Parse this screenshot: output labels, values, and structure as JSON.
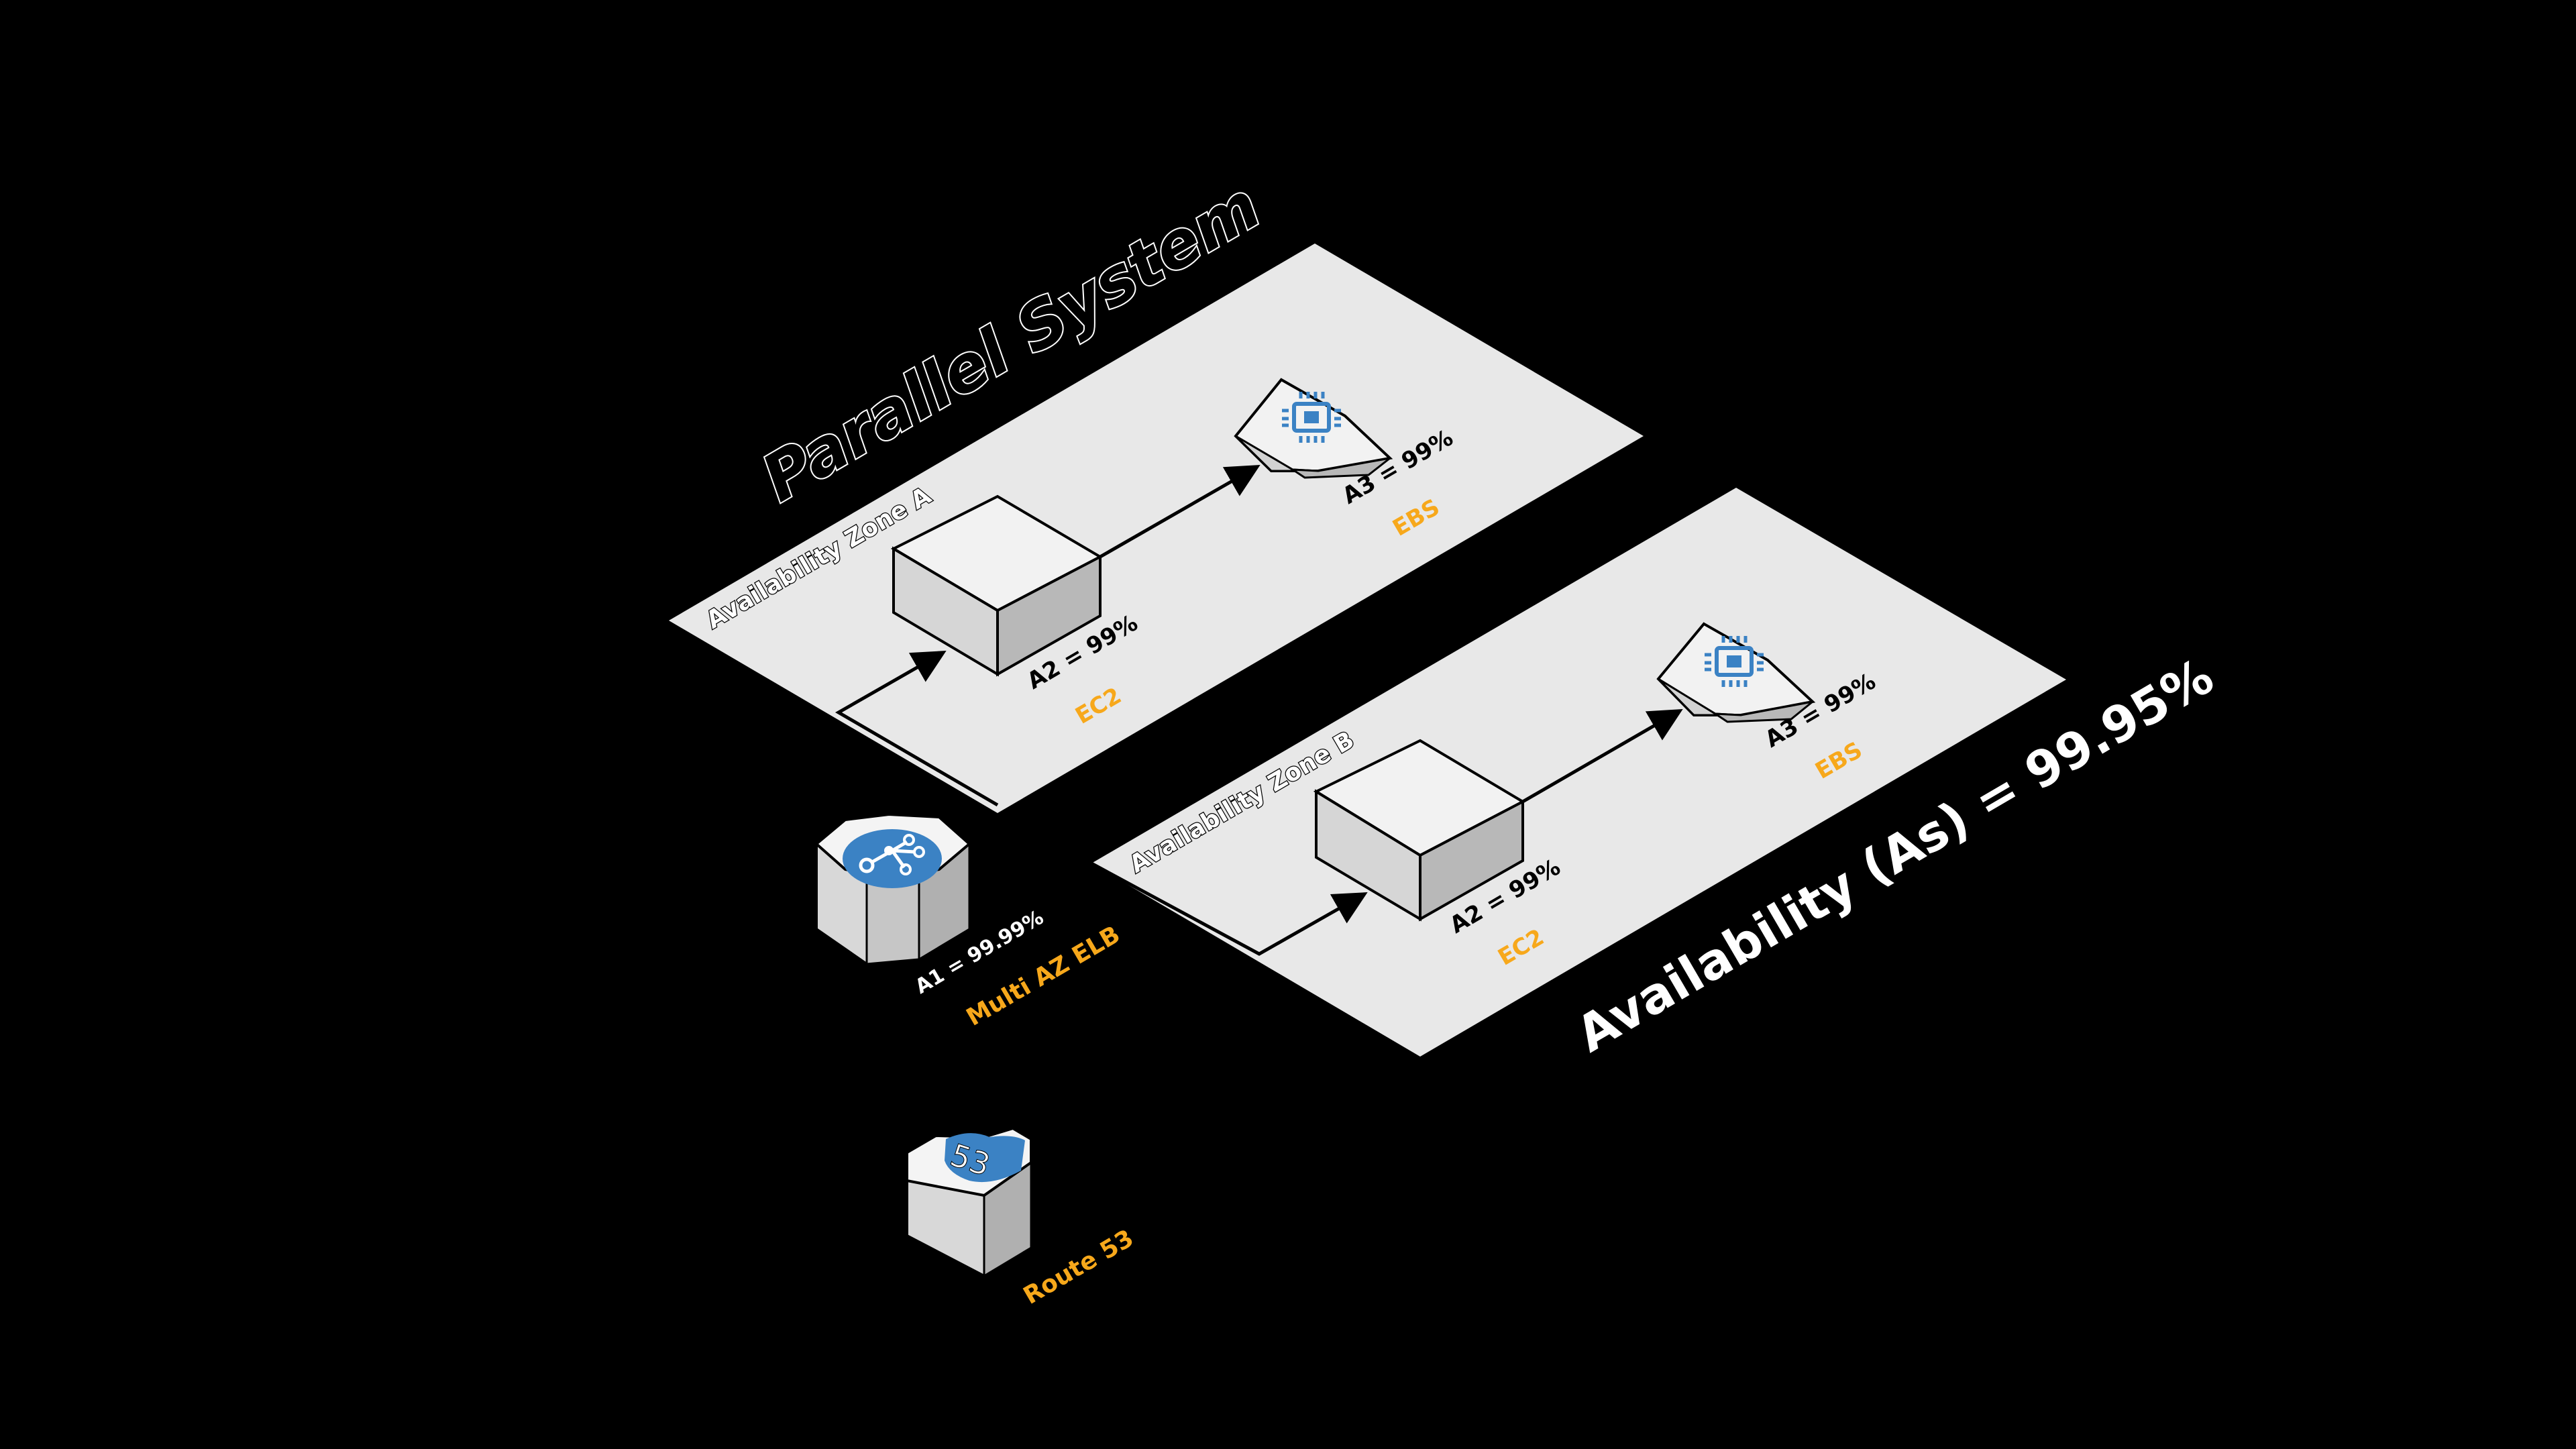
{
  "title": "Parallel System",
  "availability_total": "Availability (As) = 99.95%",
  "zones": [
    {
      "name": "Availability Zone A",
      "ec2": {
        "service": "EC2",
        "availability": "A2 = 99%"
      },
      "ebs": {
        "service": "EBS",
        "availability": "A3 = 99%"
      }
    },
    {
      "name": "Availability Zone B",
      "ec2": {
        "service": "EC2",
        "availability": "A2 = 99%"
      },
      "ebs": {
        "service": "EBS",
        "availability": "A3 = 99%"
      }
    }
  ],
  "elb": {
    "service": "Multi AZ ELB",
    "availability": "A1 = 99.99%",
    "icon": "load-balancer-icon"
  },
  "route53": {
    "service": "Route 53",
    "icon": "route53-shield-icon",
    "badge": "53"
  },
  "ebs_icon": "cpu-chip-icon",
  "colors": {
    "background": "#000000",
    "zone_fill": "#E8E8E8",
    "accent_orange": "#F7A81B",
    "icon_blue": "#3B82C4"
  }
}
